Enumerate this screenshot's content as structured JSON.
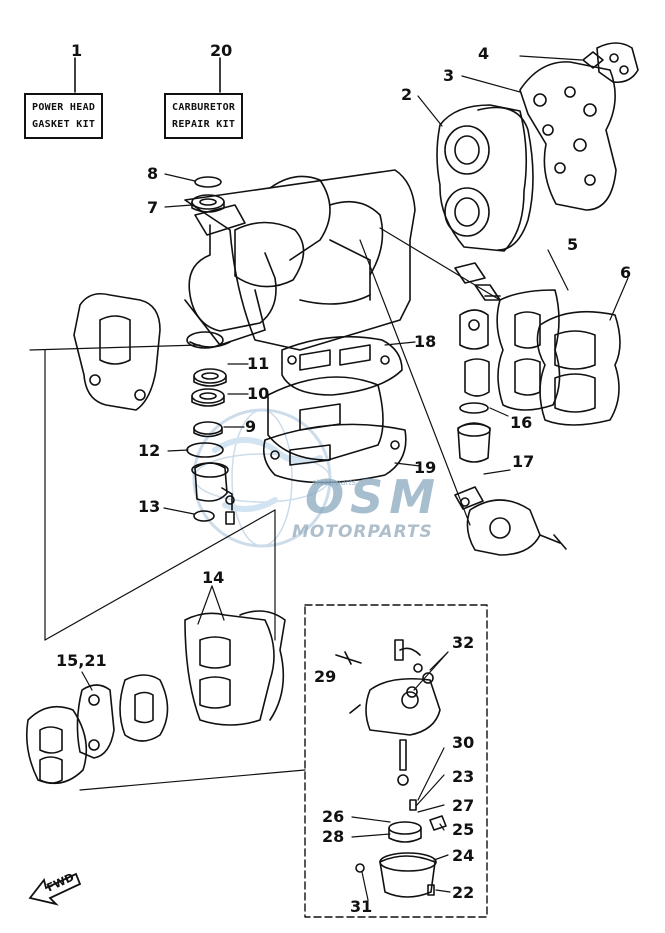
{
  "kits": {
    "power_head": {
      "number": "1",
      "line1": "POWER HEAD",
      "line2": "GASKET KIT"
    },
    "carburetor": {
      "number": "20",
      "line1": "CARBURETOR",
      "line2": "REPAIR KIT"
    }
  },
  "callouts": {
    "c2": "2",
    "c3": "3",
    "c4": "4",
    "c5": "5",
    "c6": "6",
    "c7": "7",
    "c8": "8",
    "c9": "9",
    "c10": "10",
    "c11": "11",
    "c12": "12",
    "c13": "13",
    "c14": "14",
    "c15_21": "15,21",
    "c16": "16",
    "c17": "17",
    "c18": "18",
    "c19": "19",
    "c22": "22",
    "c23": "23",
    "c24": "24",
    "c25": "25",
    "c26": "26",
    "c27": "27",
    "c28": "28",
    "c29": "29",
    "c30": "30",
    "c31": "31",
    "c32": "32"
  },
  "watermark": {
    "brand": "OSM",
    "sub": "MOTORPARTS",
    "tiny": "stotorparts"
  },
  "direction": {
    "label": "FWD"
  }
}
